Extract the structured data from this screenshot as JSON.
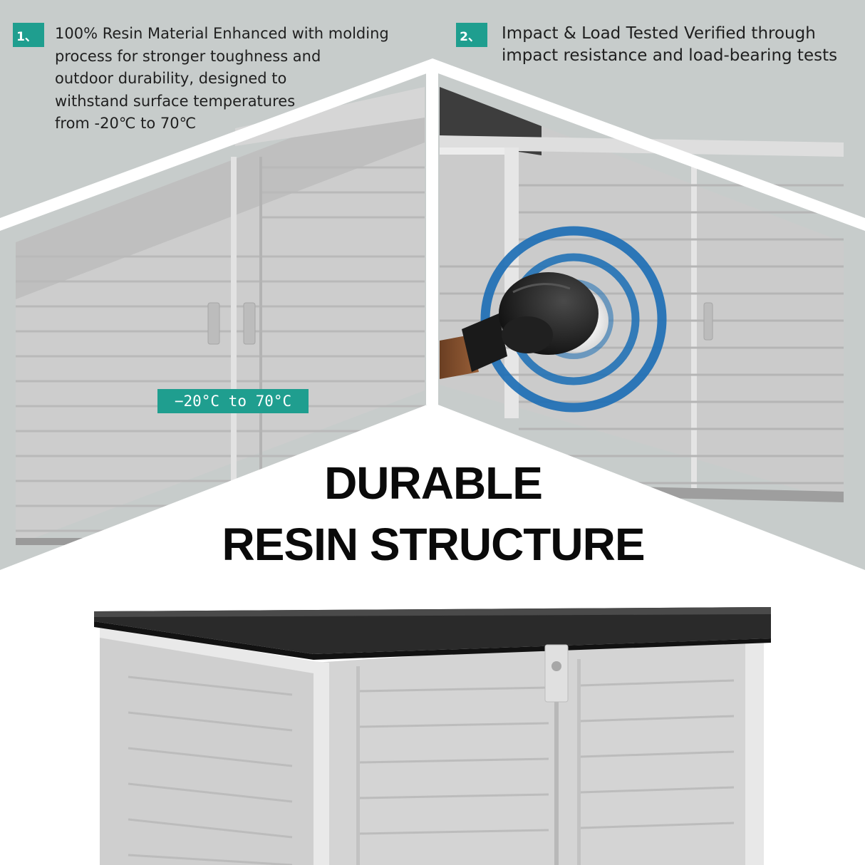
{
  "features": [
    {
      "badge": "1、",
      "text": "100% Resin Material Enhanced with molding\nprocess for stronger toughness and\noutdoor durability, designed to\nwithstand surface temperatures\nfrom -20℃ to 70℃"
    },
    {
      "badge": "2、",
      "text": "Impact & Load Tested Verified through\nimpact resistance and load-bearing tests"
    }
  ],
  "temperature_label": "−20°C to 70°C",
  "headline": {
    "line1": "DURABLE",
    "line2": "RESIN STRUCTURE"
  },
  "colors": {
    "accent": "#1f9e8f",
    "background_gray": "#c7cccb",
    "impact_ring": "#1e6fb5",
    "text": "#1f1f1f",
    "headline": "#0a0a0a"
  },
  "icons": [
    "boxing-glove-icon",
    "impact-rings-icon"
  ]
}
